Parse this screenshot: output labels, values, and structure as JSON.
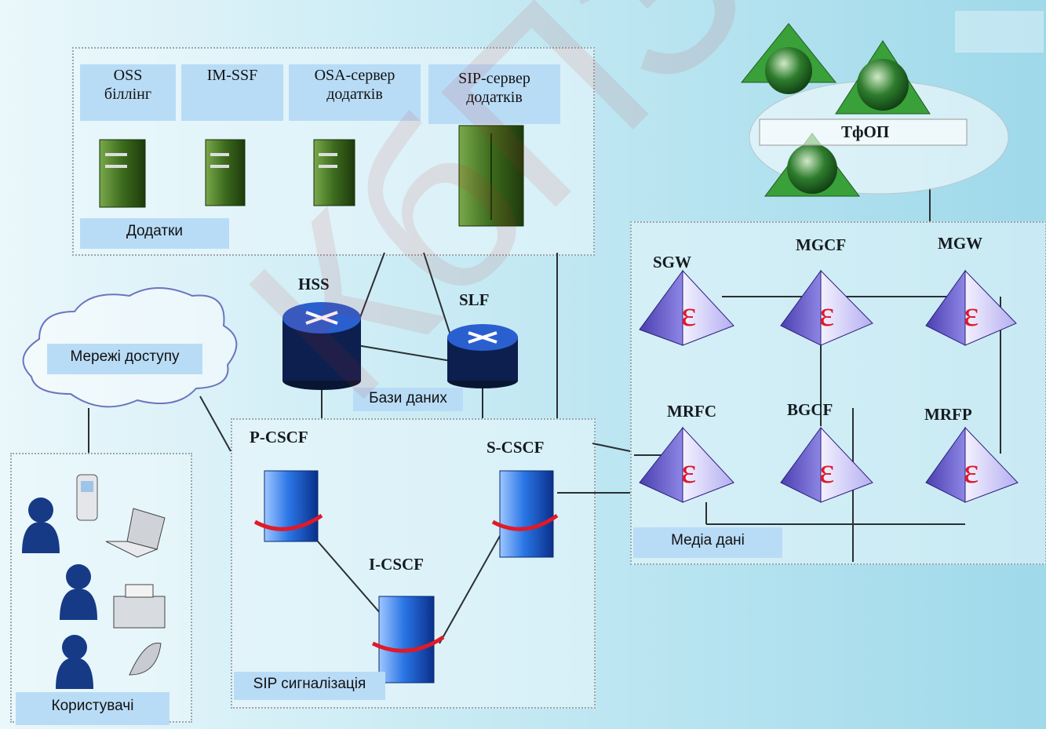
{
  "app_labels": {
    "oss": "OSS\nбіллінг",
    "imssf": "IM-SSF",
    "osa": "OSA-сервер\nдодатків",
    "sip_server": "SIP-сервер\nдодатків",
    "apps_group": "Додатки"
  },
  "nodes": {
    "hss": "HSS",
    "slf": "SLF",
    "db_group": "Бази даних",
    "pcscf": "P-CSCF",
    "icscf": "I-CSCF",
    "scscf": "S-CSCF",
    "sip_group": "SIP сигналізація",
    "sgw": "SGW",
    "mgcf": "MGCF",
    "mgw": "MGW",
    "mrfc": "MRFC",
    "bgcf": "BGCF",
    "mrfp": "MRFP",
    "media_group": "Медіа дані",
    "pstn": "ТфОП",
    "access_net": "Мережі доступу",
    "users_group": "Користувачі"
  },
  "watermark": "КбПЗ 2023",
  "colors": {
    "server_green": "#2f5a16",
    "db_navy": "#0d1f4e",
    "cscf_blue": "#1d64d8",
    "pyramid_violet": "#7b72d6",
    "pyramid_symbol": "#e0182b",
    "pstn_green": "#3aa03a",
    "user_blue": "#163a86"
  }
}
